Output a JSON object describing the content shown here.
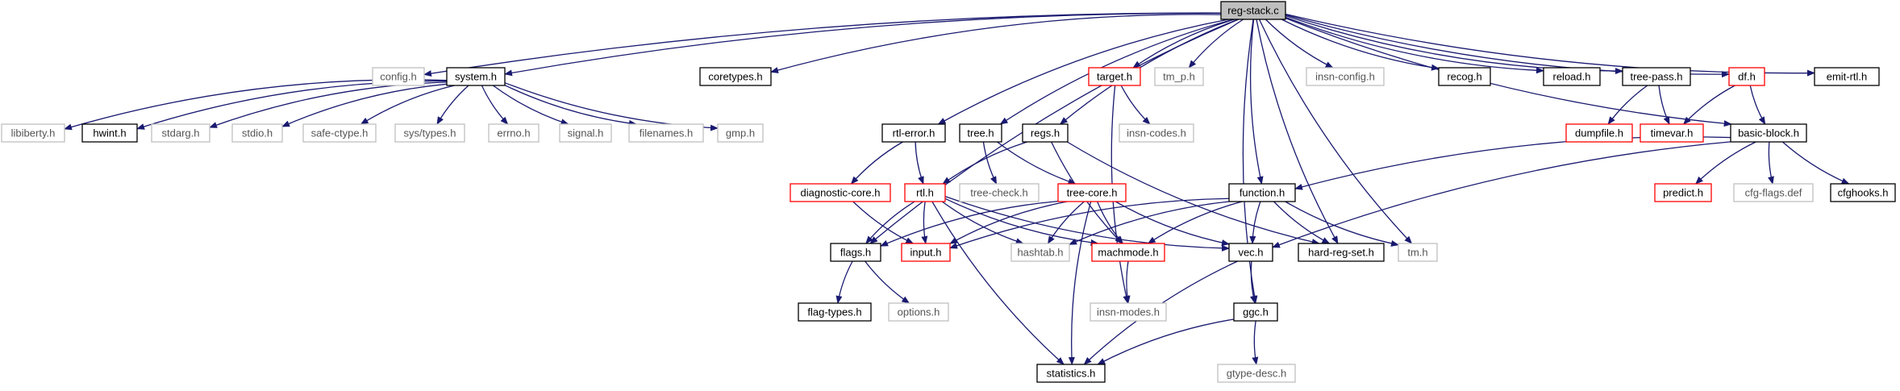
{
  "colors": {
    "edge": "#191970",
    "box_default": "#000000",
    "box_muted": "#bfbfbf",
    "box_red": "#ff0000",
    "root_fill": "#bfbfbf"
  },
  "nodes": {
    "reg_stack_c": {
      "label": "reg-stack.c",
      "style": "root"
    },
    "config_h": {
      "label": "config.h",
      "style": "muted"
    },
    "system_h": {
      "label": "system.h",
      "style": "default"
    },
    "coretypes_h": {
      "label": "coretypes.h",
      "style": "default"
    },
    "target_h": {
      "label": "target.h",
      "style": "red"
    },
    "tm_p_h": {
      "label": "tm_p.h",
      "style": "muted"
    },
    "insn_config_h": {
      "label": "insn-config.h",
      "style": "muted"
    },
    "recog_h": {
      "label": "recog.h",
      "style": "default"
    },
    "reload_h": {
      "label": "reload.h",
      "style": "default"
    },
    "tree_pass_h": {
      "label": "tree-pass.h",
      "style": "default"
    },
    "df_h": {
      "label": "df.h",
      "style": "red"
    },
    "emit_rtl_h": {
      "label": "emit-rtl.h",
      "style": "default"
    },
    "libiberty_h": {
      "label": "libiberty.h",
      "style": "muted"
    },
    "hwint_h": {
      "label": "hwint.h",
      "style": "default"
    },
    "stdarg_h": {
      "label": "stdarg.h",
      "style": "muted"
    },
    "stdio_h": {
      "label": "stdio.h",
      "style": "muted"
    },
    "safe_ctype_h": {
      "label": "safe-ctype.h",
      "style": "muted"
    },
    "sys_types_h": {
      "label": "sys/types.h",
      "style": "muted"
    },
    "errno_h": {
      "label": "errno.h",
      "style": "muted"
    },
    "signal_h": {
      "label": "signal.h",
      "style": "muted"
    },
    "filenames_h": {
      "label": "filenames.h",
      "style": "muted"
    },
    "gmp_h": {
      "label": "gmp.h",
      "style": "muted"
    },
    "rtl_error_h": {
      "label": "rtl-error.h",
      "style": "default"
    },
    "tree_h": {
      "label": "tree.h",
      "style": "default"
    },
    "regs_h": {
      "label": "regs.h",
      "style": "default"
    },
    "insn_codes_h": {
      "label": "insn-codes.h",
      "style": "muted"
    },
    "dumpfile_h": {
      "label": "dumpfile.h",
      "style": "red"
    },
    "timevar_h": {
      "label": "timevar.h",
      "style": "red"
    },
    "basic_block_h": {
      "label": "basic-block.h",
      "style": "default"
    },
    "diagnostic_core_h": {
      "label": "diagnostic-core.h",
      "style": "red"
    },
    "rtl_h": {
      "label": "rtl.h",
      "style": "red"
    },
    "tree_check_h": {
      "label": "tree-check.h",
      "style": "muted"
    },
    "tree_core_h": {
      "label": "tree-core.h",
      "style": "red"
    },
    "function_h": {
      "label": "function.h",
      "style": "default"
    },
    "predict_h": {
      "label": "predict.h",
      "style": "red"
    },
    "cfg_flags_def": {
      "label": "cfg-flags.def",
      "style": "muted"
    },
    "cfghooks_h": {
      "label": "cfghooks.h",
      "style": "default"
    },
    "flags_h": {
      "label": "flags.h",
      "style": "default"
    },
    "input_h": {
      "label": "input.h",
      "style": "red"
    },
    "hashtab_h": {
      "label": "hashtab.h",
      "style": "muted"
    },
    "machmode_h": {
      "label": "machmode.h",
      "style": "red"
    },
    "vec_h": {
      "label": "vec.h",
      "style": "default"
    },
    "hard_reg_set_h": {
      "label": "hard-reg-set.h",
      "style": "default"
    },
    "tm_h": {
      "label": "tm.h",
      "style": "muted"
    },
    "flag_types_h": {
      "label": "flag-types.h",
      "style": "default"
    },
    "options_h": {
      "label": "options.h",
      "style": "muted"
    },
    "insn_modes_h": {
      "label": "insn-modes.h",
      "style": "muted"
    },
    "ggc_h": {
      "label": "ggc.h",
      "style": "default"
    },
    "statistics_h": {
      "label": "statistics.h",
      "style": "default"
    },
    "gtype_desc_h": {
      "label": "gtype-desc.h",
      "style": "muted"
    }
  },
  "edges": [
    [
      "reg_stack_c",
      "config_h"
    ],
    [
      "reg_stack_c",
      "system_h"
    ],
    [
      "reg_stack_c",
      "coretypes_h"
    ],
    [
      "reg_stack_c",
      "target_h"
    ],
    [
      "reg_stack_c",
      "tm_p_h"
    ],
    [
      "reg_stack_c",
      "insn_config_h"
    ],
    [
      "reg_stack_c",
      "recog_h"
    ],
    [
      "reg_stack_c",
      "reload_h"
    ],
    [
      "reg_stack_c",
      "tree_pass_h"
    ],
    [
      "reg_stack_c",
      "df_h"
    ],
    [
      "reg_stack_c",
      "emit_rtl_h"
    ],
    [
      "reg_stack_c",
      "flags_h"
    ],
    [
      "reg_stack_c",
      "rtl_error_h"
    ],
    [
      "reg_stack_c",
      "tree_h"
    ],
    [
      "reg_stack_c",
      "regs_h"
    ],
    [
      "reg_stack_c",
      "function_h"
    ],
    [
      "reg_stack_c",
      "hard_reg_set_h"
    ],
    [
      "reg_stack_c",
      "tm_h"
    ],
    [
      "reg_stack_c",
      "ggc_h"
    ],
    [
      "reg_stack_c",
      "basic_block_h"
    ],
    [
      "system_h",
      "libiberty_h"
    ],
    [
      "system_h",
      "hwint_h"
    ],
    [
      "system_h",
      "stdarg_h"
    ],
    [
      "system_h",
      "stdio_h"
    ],
    [
      "system_h",
      "safe_ctype_h"
    ],
    [
      "system_h",
      "sys_types_h"
    ],
    [
      "system_h",
      "errno_h"
    ],
    [
      "system_h",
      "signal_h"
    ],
    [
      "system_h",
      "filenames_h"
    ],
    [
      "system_h",
      "gmp_h"
    ],
    [
      "target_h",
      "insn_codes_h"
    ],
    [
      "target_h",
      "insn_modes_h"
    ],
    [
      "tree_pass_h",
      "dumpfile_h"
    ],
    [
      "tree_pass_h",
      "timevar_h"
    ],
    [
      "df_h",
      "timevar_h"
    ],
    [
      "df_h",
      "basic_block_h"
    ],
    [
      "rtl_error_h",
      "diagnostic_core_h"
    ],
    [
      "rtl_error_h",
      "rtl_h"
    ],
    [
      "diagnostic_core_h",
      "input_h"
    ],
    [
      "tree_h",
      "tree_check_h"
    ],
    [
      "tree_h",
      "tree_core_h"
    ],
    [
      "regs_h",
      "rtl_h"
    ],
    [
      "regs_h",
      "machmode_h"
    ],
    [
      "regs_h",
      "hard_reg_set_h"
    ],
    [
      "rtl_h",
      "flags_h"
    ],
    [
      "rtl_h",
      "input_h"
    ],
    [
      "rtl_h",
      "hashtab_h"
    ],
    [
      "rtl_h",
      "machmode_h"
    ],
    [
      "rtl_h",
      "vec_h"
    ],
    [
      "rtl_h",
      "statistics_h"
    ],
    [
      "tree_core_h",
      "flags_h"
    ],
    [
      "tree_core_h",
      "input_h"
    ],
    [
      "tree_core_h",
      "hashtab_h"
    ],
    [
      "tree_core_h",
      "machmode_h"
    ],
    [
      "tree_core_h",
      "vec_h"
    ],
    [
      "tree_core_h",
      "statistics_h"
    ],
    [
      "function_h",
      "input_h"
    ],
    [
      "function_h",
      "hashtab_h"
    ],
    [
      "function_h",
      "machmode_h"
    ],
    [
      "function_h",
      "vec_h"
    ],
    [
      "function_h",
      "hard_reg_set_h"
    ],
    [
      "function_h",
      "tm_h"
    ],
    [
      "basic_block_h",
      "function_h"
    ],
    [
      "basic_block_h",
      "vec_h"
    ],
    [
      "basic_block_h",
      "predict_h"
    ],
    [
      "basic_block_h",
      "cfg_flags_def"
    ],
    [
      "basic_block_h",
      "cfghooks_h"
    ],
    [
      "flags_h",
      "flag_types_h"
    ],
    [
      "flags_h",
      "options_h"
    ],
    [
      "machmode_h",
      "insn_modes_h"
    ],
    [
      "vec_h",
      "ggc_h"
    ],
    [
      "vec_h",
      "statistics_h"
    ],
    [
      "ggc_h",
      "statistics_h"
    ],
    [
      "ggc_h",
      "gtype_desc_h"
    ]
  ]
}
